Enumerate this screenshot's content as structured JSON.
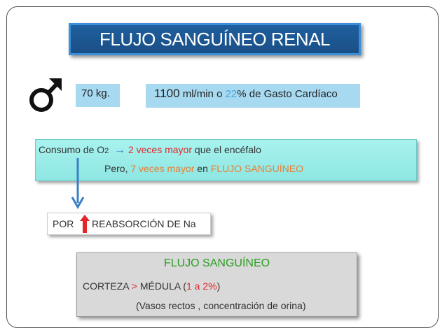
{
  "title": "FLUJO SANGUÍNEO RENAL",
  "male_symbol": "♂",
  "weight": "70 kg.",
  "blood_flow": {
    "value": "1100",
    "unit": "ml/min o",
    "percent": "22",
    "rest": "% de Gasto Cardíaco"
  },
  "oxygen": {
    "label": "Consumo de O",
    "subscript": "2",
    "arrow": "→",
    "highlight": "2 veces mayor",
    "rest": "que el encéfalo",
    "line2_prefix": "Pero,",
    "line2_highlight": "7 veces mayor",
    "line2_mid": "en",
    "line2_end": "FLUJO SANGUÍNEO"
  },
  "por": {
    "label": "POR",
    "rest": "REABSORCIÓN DE Na"
  },
  "cortex": {
    "title": "FLUJO SANGUÍNEO",
    "line1_a": "CORTEZA",
    "line1_gt": ">",
    "line1_b": "MÉDULA (",
    "line1_range": "1 a 2%",
    "line1_close": ")",
    "line2": "(Vasos rectos , concentración de orina)"
  },
  "colors": {
    "title_bg": "#1f5f9e",
    "light_blue_box": "#a7d9f0",
    "cyan_box": "#a8f2ee",
    "red": "#e2262a",
    "orange": "#ed7d31",
    "green": "#2a9d1f",
    "arrow_blue": "#3b7fc4"
  }
}
